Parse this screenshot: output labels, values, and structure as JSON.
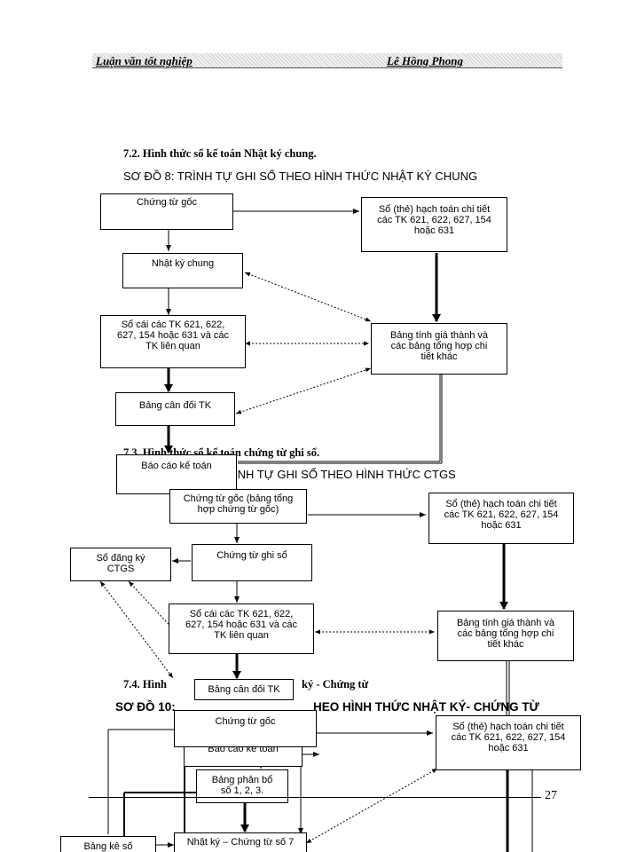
{
  "header": {
    "left": "Luận văn tốt nghiệp",
    "right": "Lê Hồng Phong"
  },
  "sections": {
    "s72_title": "7.2. Hình thức sổ kế toán Nhật ký chung.",
    "s72_diagram": "SƠ ĐỒ 8: TRÌNH TỰ GHI SỔ THEO HÌNH THỨC NHẬT KÝ CHUNG",
    "s73_title": "7.3. Hình thức sổ kế toán chứng từ ghi sổ.",
    "s73_diagram_visible": "ÌNH TỰ GHI SỔ THEO HÌNH THỨC CTGS",
    "s74_title_visible": "7.4. Hình",
    "s74_title_end": "ký - Chứng từ",
    "s74_diagram_start": "SƠ ĐỒ 10:",
    "s74_diagram_end": "HEO HÌNH THỨC NHẬT KÝ- CHỨNG TỪ"
  },
  "diagram8": {
    "chung_tu_goc": "Chứng từ gốc",
    "so_chi_tiet": [
      "Sổ (thẻ) hạch toán chi tiết",
      "các TK 621, 622, 627, 154",
      "hoặc 631"
    ],
    "nhat_ky_chung": "Nhật ký chung",
    "so_cai": [
      "Sổ cái các TK 621, 622,",
      "627, 154 hoặc 631 và các",
      "TK liên quan"
    ],
    "bang_tinh_gia_thanh": [
      "Bảng tính giá thành và",
      "các bảng tổng hợp chi",
      "tiết khác"
    ],
    "bang_can_doi": "Bảng cân đối TK",
    "bao_cao": "Báo cáo kế toán"
  },
  "diagram9": {
    "chung_tu_goc": [
      "Chứng từ gốc (bảng tổng",
      "hợp chứng từ gốc)"
    ],
    "so_chi_tiet": [
      "Sổ (thẻ) hạch toán chi tiết",
      "các TK 621, 622, 627, 154",
      "hoặc 631"
    ],
    "so_dang_ky": [
      "Sổ đăng ký",
      "CTGS"
    ],
    "chung_tu_ghi_so": "Chứng từ ghi sổ",
    "so_cai": [
      "Sổ cái các TK 621, 622,",
      "627, 154 hoặc 631 và các",
      "TK liên quan"
    ],
    "bang_tinh_gia_thanh": [
      "Bảng tính giá thành và",
      "các bảng tổng hợp chi",
      "tiết khác"
    ],
    "bang_can_doi": "Bảng cân đối TK"
  },
  "diagram10": {
    "chung_tu_goc": "Chứng từ gốc",
    "so_chi_tiet": [
      "Sổ (thẻ) hạch toán chi tiết",
      "các TK 621, 622, 627, 154",
      "hoặc 631"
    ],
    "bao_cao": "Báo cáo kế toán",
    "bang_phan_bo": [
      "Bảng phân bổ",
      "số 1, 2, 3."
    ],
    "bang_ke": "Bảng kê số",
    "nhat_ky_ct7": "Nhật ký – Chứng từ số 7"
  },
  "footer": {
    "page_number": "27"
  }
}
